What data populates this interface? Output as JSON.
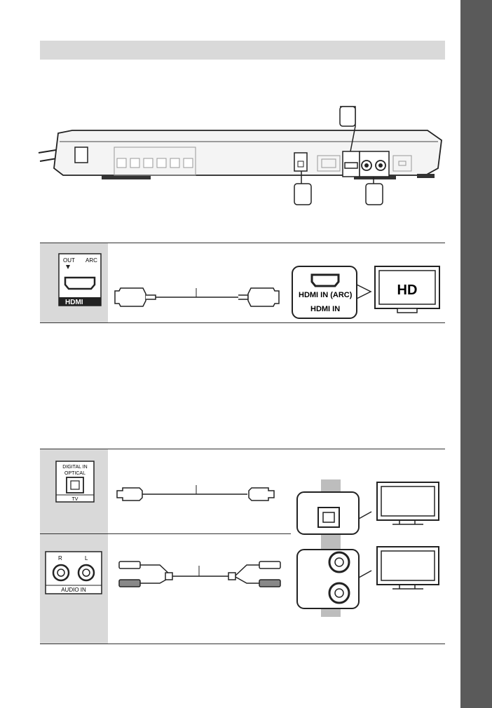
{
  "panel_tv_hdmi": {
    "out_label": "OUT",
    "arc_label": "ARC",
    "hdmi_in_arc": "HDMI IN (ARC)",
    "hdmi_in": "HDMI IN",
    "hd_label": "HD"
  },
  "panel_optical": {
    "digital_in_label": "DIGITAL IN",
    "optical_label": "OPTICAL",
    "tv_label": "TV"
  },
  "panel_audio": {
    "r_label": "R",
    "l_label": "L",
    "audio_in_label": "AUDIO IN"
  }
}
